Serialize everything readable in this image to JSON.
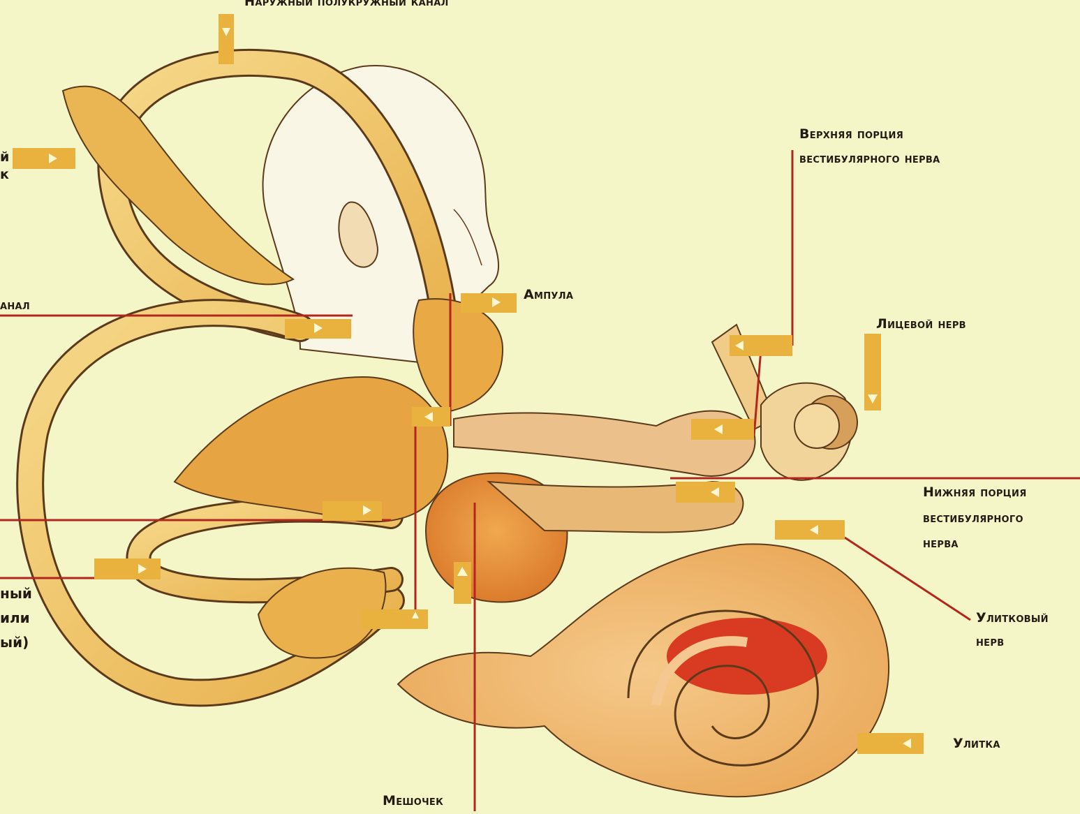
{
  "labels": {
    "top_canal": "Наружный полукружный канал",
    "left_top_1": "й",
    "left_top_2": "к",
    "left_canal": "анал",
    "left_bottom_1": "ный",
    "left_bottom_2": "или",
    "left_bottom_3": "ый)",
    "ampulla": "Ампула",
    "vest_upper_1": "Верхняя порция",
    "vest_upper_2": "вестибулярного нерва",
    "facial": "Лицевой нерв",
    "vest_lower_1": "Нижняя порция",
    "vest_lower_2": "вестибулярного",
    "vest_lower_3": "нерва",
    "cochlear_nerve_1": "Улитковый",
    "cochlear_nerve_2": "нерв",
    "cochlea": "Улитка",
    "saccule": "Мешочек"
  },
  "colors": {
    "background": "#f4f6c8",
    "tube": "#f0c766",
    "tube_dark": "#d99a3a",
    "vestibule": "#e5a847",
    "saccule": "#e38a2e",
    "leader_line": "#b3261e",
    "marker": "#e9b23e",
    "cochlea_inner": "#e0442a",
    "outline": "#5a3a1a"
  }
}
